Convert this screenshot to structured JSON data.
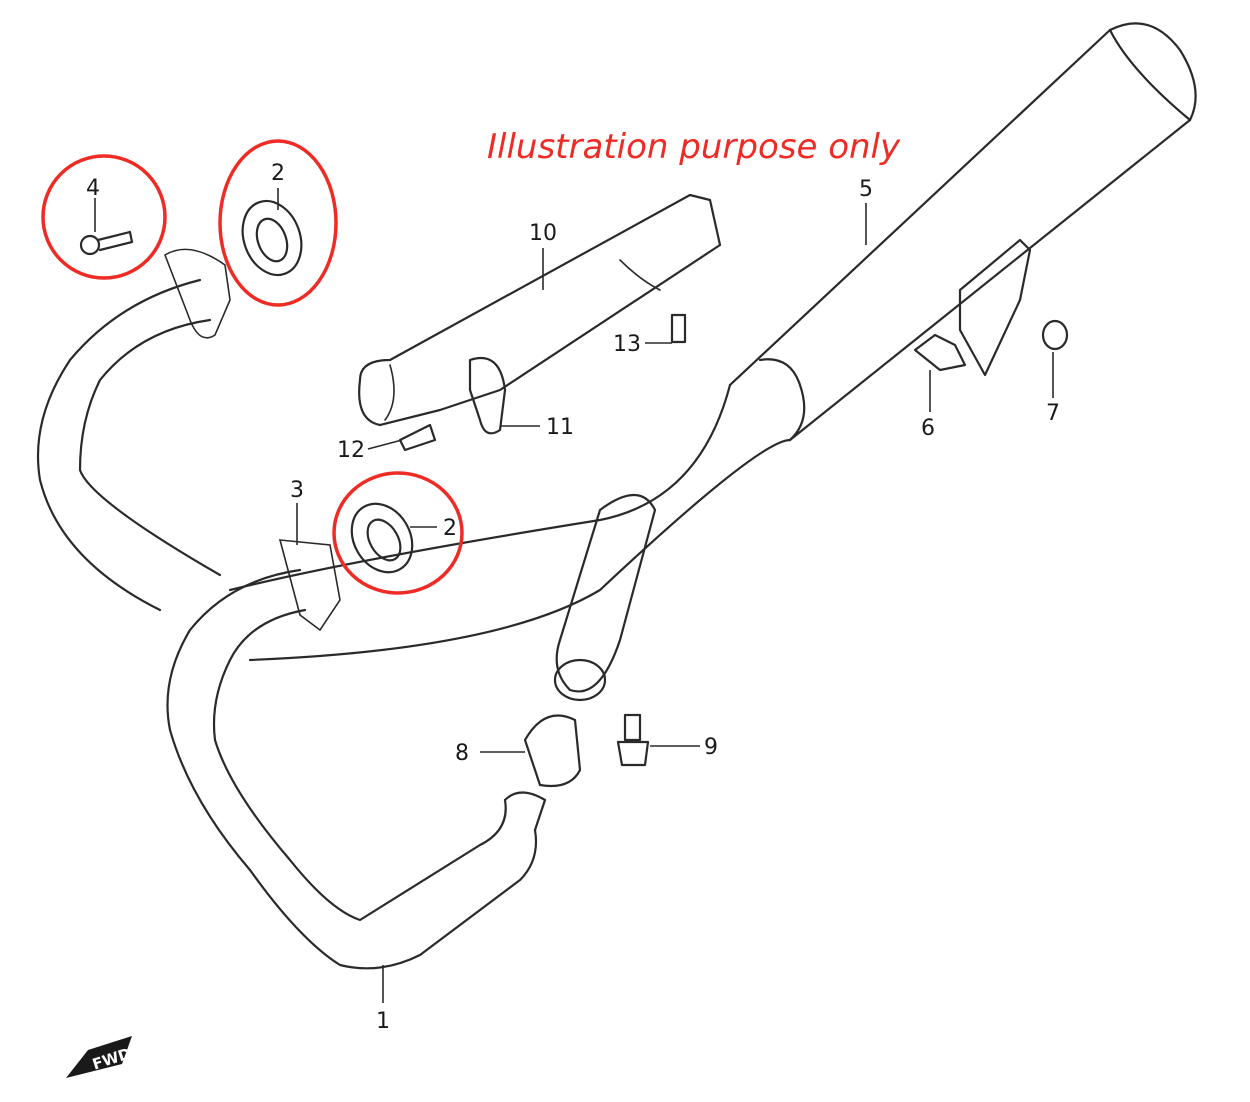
{
  "note": "Illustration purpose only",
  "fwd_label": "FWD",
  "colors": {
    "highlight": "#ee2b24",
    "line": "#2a2a2a"
  },
  "callouts": {
    "c1": "1",
    "c2a": "2",
    "c2b": "2",
    "c3": "3",
    "c4": "4",
    "c5": "5",
    "c6": "6",
    "c7": "7",
    "c8": "8",
    "c9": "9",
    "c10": "10",
    "c11": "11",
    "c12": "12",
    "c13": "13"
  }
}
